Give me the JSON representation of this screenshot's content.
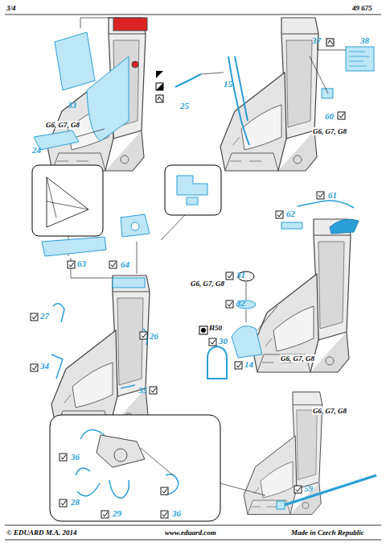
{
  "diagram": {
    "labels": [
      "3/4",
      "49 675",
      "33",
      "G6, G7, G8",
      "24",
      "25",
      "15",
      "37",
      "38",
      "60",
      "G6, G7, G8",
      "63",
      "64",
      "G6, G7, G8",
      "27",
      "26",
      "34",
      "35",
      "62",
      "61",
      "31",
      "32",
      "H50",
      "30",
      "14",
      "G6, G7, G8",
      "G6, G7, G8",
      "36",
      "28",
      "29",
      "36",
      "59",
      "© EDUARD M.A. 2014",
      "www.eduard.com",
      "Made in Czech Republic"
    ]
  }
}
